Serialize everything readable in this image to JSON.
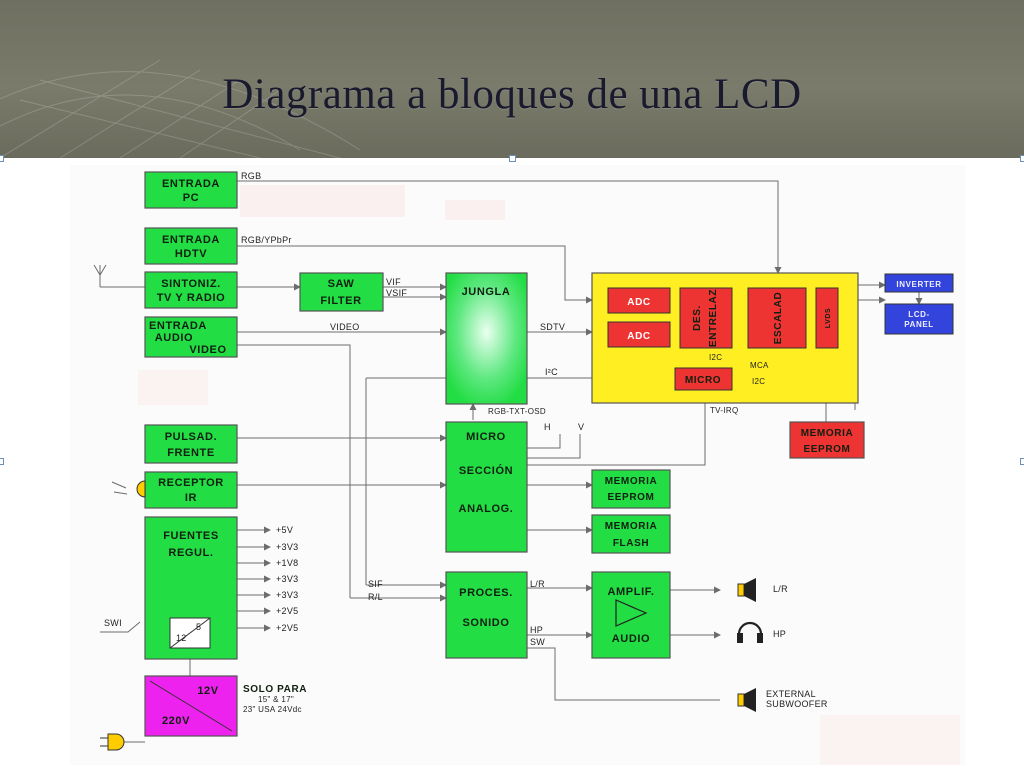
{
  "slide": {
    "title": "Diagrama a bloques de una LCD"
  },
  "colors": {
    "green": "#22dd44",
    "yellow": "#ffee22",
    "red": "#ee3333",
    "blue": "#3344dd",
    "magenta": "#ee22ee",
    "header": "#717262"
  },
  "blocks": {
    "entrada_pc": [
      "ENTRADA",
      "PC"
    ],
    "entrada_hdtv": [
      "ENTRADA",
      "HDTV"
    ],
    "sintoniz": [
      "SINTONIZ.",
      "TV Y RADIO"
    ],
    "entrada_av": [
      "ENTRADA",
      "AUDIO",
      "VIDEO"
    ],
    "saw_filter": [
      "SAW",
      "FILTER"
    ],
    "jungla": "JUNGLA",
    "adc1": "ADC",
    "adc2": "ADC",
    "des_entrelaz": [
      "DES.",
      "ENTRELAZ"
    ],
    "escalad": "ESCALAD",
    "lvds": "LVDS",
    "micro_tv": "MICRO",
    "inverter": "INVERTER",
    "lcd_panel": [
      "LCD-",
      "PANEL"
    ],
    "memoria_eeprom_tv": [
      "MEMORIA",
      "EEPROM"
    ],
    "pulsad": [
      "PULSAD.",
      "FRENTE"
    ],
    "receptor": [
      "RECEPTOR",
      "IR"
    ],
    "micro_seccion": [
      "MICRO",
      "SECCIÓN",
      "ANALOG."
    ],
    "memoria_eeprom": [
      "MEMORIA",
      "EEPROM"
    ],
    "memoria_flash": [
      "MEMORIA",
      "FLASH"
    ],
    "fuentes": [
      "FUENTES",
      "REGUL."
    ],
    "proces_sonido": [
      "PROCES.",
      "SONIDO"
    ],
    "amplif_audio": [
      "AMPLIF.",
      "AUDIO"
    ],
    "conv_12": "12",
    "conv_5": "5",
    "psu": {
      "v12": "12V",
      "v220": "220V"
    }
  },
  "labels": {
    "rgb": "RGB",
    "rgb_ypbpr": "RGB/YPbPr",
    "vif": "VIF",
    "vsif": "VSIF",
    "video": "VIDEO",
    "sdtv": "SDTV",
    "i2c_main": "I²C",
    "rgb_txt_osd": "RGB-TXT-OSD",
    "h": "H",
    "v": "V",
    "i2c_a": "I2C",
    "mca": "MCA",
    "i2c_b": "I2C",
    "tv_irq": "TV-IRQ",
    "sif": "SIF",
    "rl": "R/L",
    "lr_out": "L/R",
    "hp_out": "HP",
    "sw_out": "SW",
    "spk_lr": "L/R",
    "spk_hp": "HP",
    "ext_sub": [
      "EXTERNAL",
      "SUBWOOFER"
    ],
    "swi": "SWI",
    "rails": [
      "+5V",
      "+3V3",
      "+1V8",
      "+3V3",
      "+3V3",
      "+2V5",
      "+2V5"
    ],
    "solo_para": [
      "SOLO PARA",
      "15\" & 17\"",
      "23\" USA 24Vdc"
    ]
  }
}
